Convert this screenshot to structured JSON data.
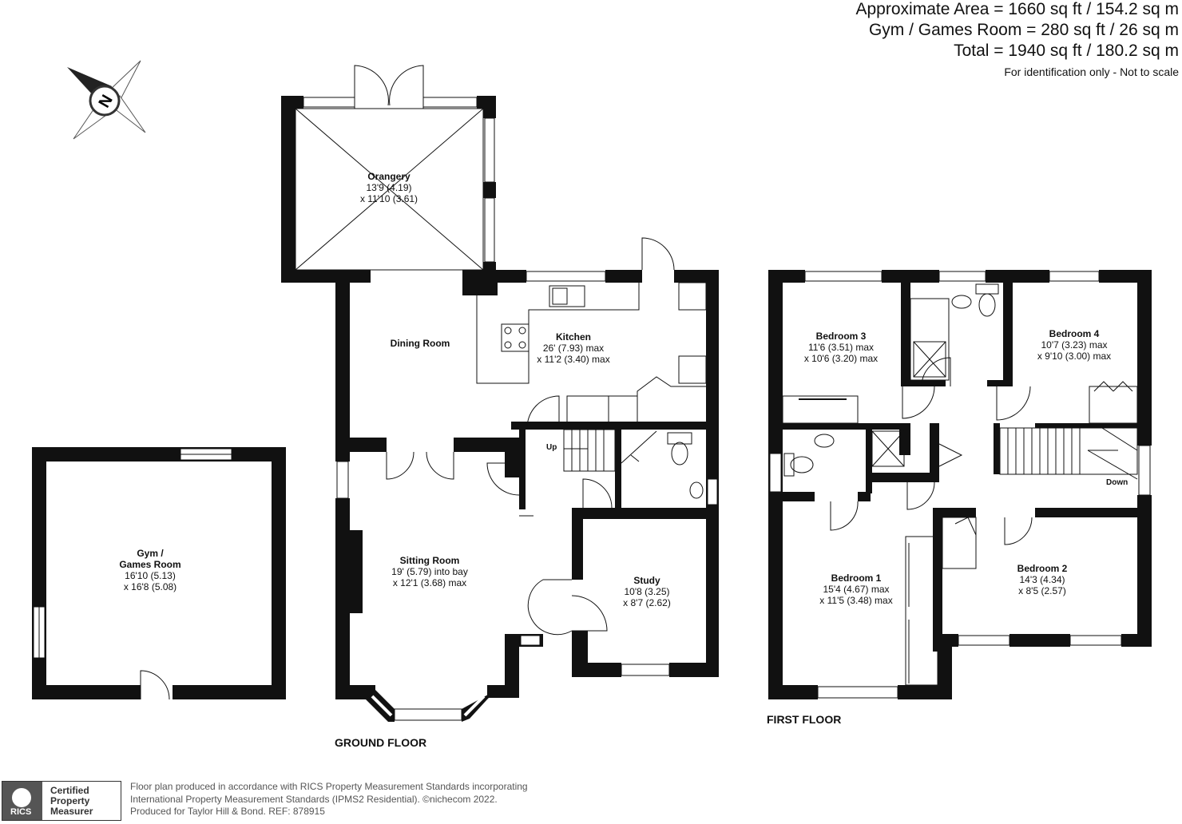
{
  "summary": {
    "area_lines": [
      "Approximate Area = 1660 sq ft / 154.2 sq m",
      "Gym / Games Room = 280 sq ft / 26 sq m",
      "Total = 1940 sq ft / 180.2 sq m"
    ],
    "disclaimer": "For identification only - Not to scale"
  },
  "compass": {
    "letter": "N",
    "icon": "north-compass-icon"
  },
  "floors": {
    "ground": "GROUND FLOOR",
    "first": "FIRST FLOOR"
  },
  "rooms": {
    "orangery": {
      "name": "Orangery",
      "line1": "13'9 (4.19)",
      "line2": "x 11'10 (3.61)"
    },
    "dining": {
      "name": "Dining Room"
    },
    "kitchen": {
      "name": "Kitchen",
      "line1": "26' (7.93) max",
      "line2": "x 11'2 (3.40) max"
    },
    "sitting": {
      "name": "Sitting Room",
      "line1": "19' (5.79) into bay",
      "line2": "x 12'1 (3.68) max"
    },
    "study": {
      "name": "Study",
      "line1": "10'8 (3.25)",
      "line2": "x 8'7 (2.62)"
    },
    "gym": {
      "name1": "Gym /",
      "name2": "Games Room",
      "line1": "16'10 (5.13)",
      "line2": "x 16'8 (5.08)"
    },
    "bedroom3": {
      "name": "Bedroom 3",
      "line1": "11'6 (3.51) max",
      "line2": "x 10'6 (3.20) max"
    },
    "bedroom4": {
      "name": "Bedroom 4",
      "line1": "10'7 (3.23) max",
      "line2": "x 9'10 (3.00) max"
    },
    "bedroom1": {
      "name": "Bedroom 1",
      "line1": "15'4 (4.67) max",
      "line2": "x 11'5 (3.48) max"
    },
    "bedroom2": {
      "name": "Bedroom 2",
      "line1": "14'3 (4.34)",
      "line2": "x 8'5 (2.57)"
    }
  },
  "stairs": {
    "up": "Up",
    "down": "Down"
  },
  "footer": {
    "line1": "Floor plan produced in accordance with RICS Property Measurement Standards incorporating",
    "line2": "International Property Measurement Standards (IPMS2 Residential).  ©nichecom 2022.",
    "line3": "Produced for Taylor Hill & Bond.   REF: 878915",
    "badge_logo": "RICS",
    "badge_line1": "Certified",
    "badge_line2": "Property",
    "badge_line3": "Measurer"
  },
  "colors": {
    "wall": "#111111",
    "fixture": "#444444",
    "window_fill": "#ffffff"
  }
}
